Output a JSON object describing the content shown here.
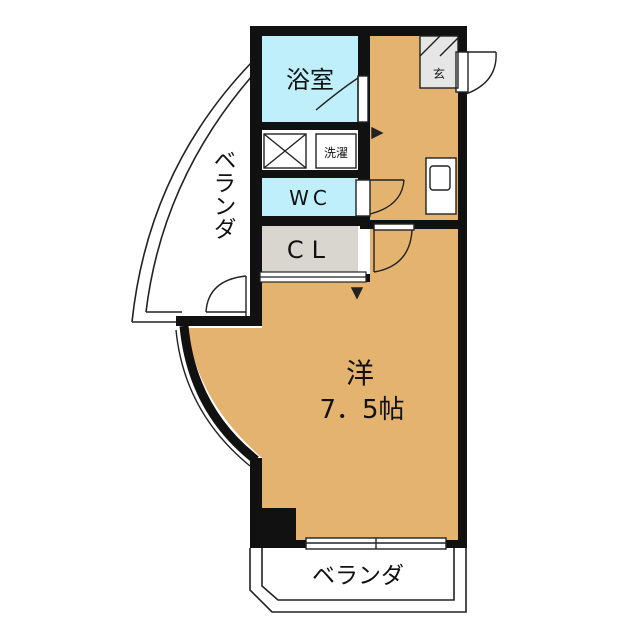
{
  "rooms": {
    "bath": "浴室",
    "laundry": "洗濯",
    "toilet": "WC",
    "closet": "CL",
    "entrance": "玄",
    "western_room_type": "洋",
    "western_room_size": "7．5帖",
    "balcony_left": "ベランダ",
    "balcony_bottom": "ベランダ"
  },
  "colors": {
    "floor": "#E3B36F",
    "wet_area": "#BFEFFA",
    "closet": "#D9D6CF",
    "wall": "#111111",
    "entrance": "#E6E6E6"
  }
}
